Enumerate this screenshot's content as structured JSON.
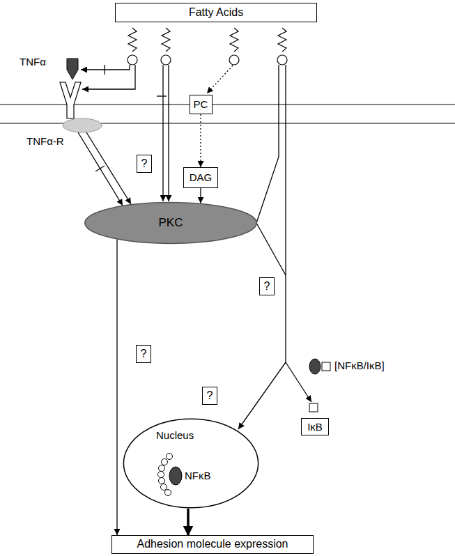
{
  "diagram": {
    "nodes": [
      {
        "text": [
          "Fatty Acids"
        ]
      },
      {
        "text": [
          "PC"
        ]
      },
      {
        "text": [
          "?"
        ]
      },
      {
        "text": [
          "DAG"
        ]
      },
      {
        "text": [
          "PKC"
        ]
      },
      {
        "text": [
          "?"
        ]
      },
      {
        "text": [
          "?"
        ]
      },
      {
        "text": [
          "?"
        ]
      },
      {
        "text": [
          "IκB"
        ]
      },
      {
        "text": [
          "Nucleus"
        ]
      },
      {
        "text": [
          "Adhesion molecule expression"
        ]
      }
    ],
    "edges": [
      {
        "from": 1,
        "to": 3,
        "arrow": "to"
      },
      {
        "from": 3,
        "to": 4,
        "arrow": "to"
      },
      {
        "from": 4,
        "to": 10,
        "arrow": "to"
      },
      {
        "from": 9,
        "to": 10,
        "arrow": "to"
      }
    ],
    "labels": [
      "TNFα",
      "TNFα-R",
      "[NFκB/IκB]",
      "NFκB"
    ]
  }
}
